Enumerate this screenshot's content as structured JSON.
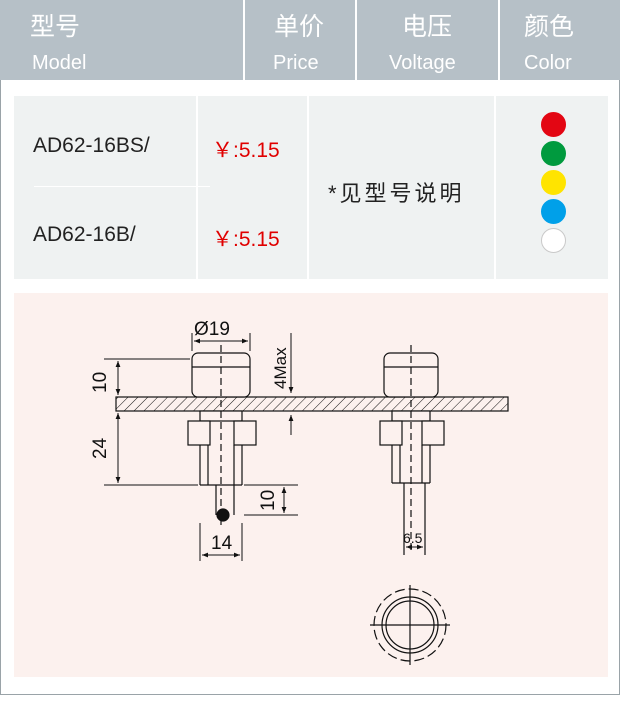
{
  "header": {
    "model_cn": "型号",
    "model_en": "Model",
    "price_cn": "单价",
    "price_en": "Price",
    "voltage_cn": "电压",
    "voltage_en": "Voltage",
    "color_cn": "颜色",
    "color_en": "Color"
  },
  "rows": [
    {
      "model": "AD62-16BS/",
      "price": "￥:5.15"
    },
    {
      "model": "AD62-16B/",
      "price": "￥:5.15"
    }
  ],
  "voltage_note": "*见型号说明",
  "colors": [
    "#e30613",
    "#009a3e",
    "#ffe400",
    "#00a0e9",
    "#ffffff"
  ],
  "drawing": {
    "diameter": "Ø19",
    "max_label": "4Max",
    "dim_10_top": "10",
    "dim_24": "24",
    "dim_10_side": "10",
    "dim_14": "14",
    "dim_6_5": "6.5"
  }
}
